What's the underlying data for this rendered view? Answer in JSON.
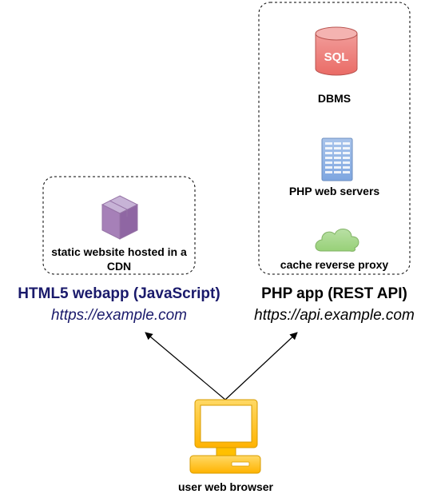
{
  "diagram": {
    "cdn_group": {
      "title": "HTML5 webapp (JavaScript)",
      "url": "https://example.com",
      "node": {
        "label": "static website hosted in a CDN",
        "icon": "package-box-icon"
      }
    },
    "api_group": {
      "title": "PHP app (REST API)",
      "url": "https://api.example.com",
      "nodes": [
        {
          "label": "DBMS",
          "icon": "sql-database-icon",
          "icon_text": "SQL"
        },
        {
          "label": "PHP web servers",
          "icon": "server-rack-icon"
        },
        {
          "label": "cache reverse proxy",
          "icon": "cloud-icon"
        }
      ]
    },
    "client": {
      "label": "user web browser",
      "icon": "computer-monitor-icon"
    },
    "colors": {
      "webapp_title": "#1a1a6b",
      "webapp_url": "#1a1a6b",
      "api_title": "#000000",
      "sql_cylinder": "#ea6b66",
      "server": "#7ea6e0",
      "cloud": "#97d077",
      "package": "#a680b8",
      "monitor": "#ffc000"
    }
  }
}
